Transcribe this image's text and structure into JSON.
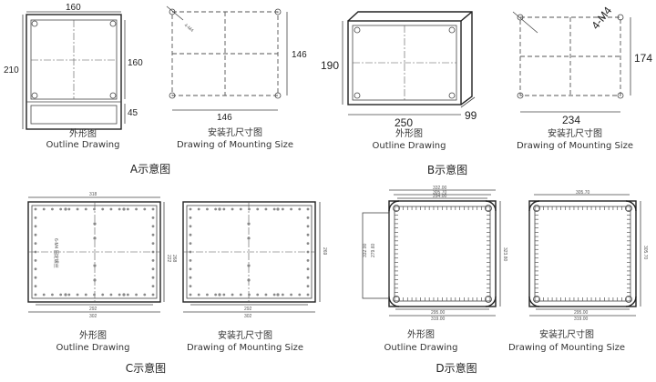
{
  "captions": {
    "outline_cn": "外形图",
    "outline_en": "Outline Drawing",
    "mount_cn": "安装孔尺寸图",
    "mount_en": "Drawing of Mounting Size"
  },
  "sections": {
    "a": "A示意图",
    "b": "B示意图",
    "c": "C示意图",
    "d": "D示意图"
  },
  "a": {
    "outline": {
      "width": "160",
      "height": "210",
      "inner": "160",
      "bottom": "45"
    },
    "mount": {
      "hole": "4-M4",
      "h": "146",
      "w": "146"
    }
  },
  "b": {
    "outline": {
      "height": "190",
      "width": "250",
      "depth": "99"
    },
    "mount": {
      "hole": "4-M4",
      "h": "174",
      "w": "234"
    }
  },
  "c": {
    "outline": {
      "top": "318",
      "bottom_inner": "292",
      "bottom": "302",
      "r1": "222",
      "r2": "268",
      "note": "6-M4 固定螺丝"
    },
    "mount": {
      "bottom_inner": "292",
      "bottom": "302",
      "right": "269"
    }
  },
  "d": {
    "outline": {
      "t1": "332.00",
      "t2": "305.70",
      "t3": "294.00",
      "b1": "295.00",
      "b2": "319.00",
      "l1": "332.00",
      "l2": "279.60",
      "r1": "323.80"
    },
    "mount": {
      "t1": "305.70",
      "b1": "295.00",
      "b2": "319.00",
      "r1": "305.70"
    }
  }
}
